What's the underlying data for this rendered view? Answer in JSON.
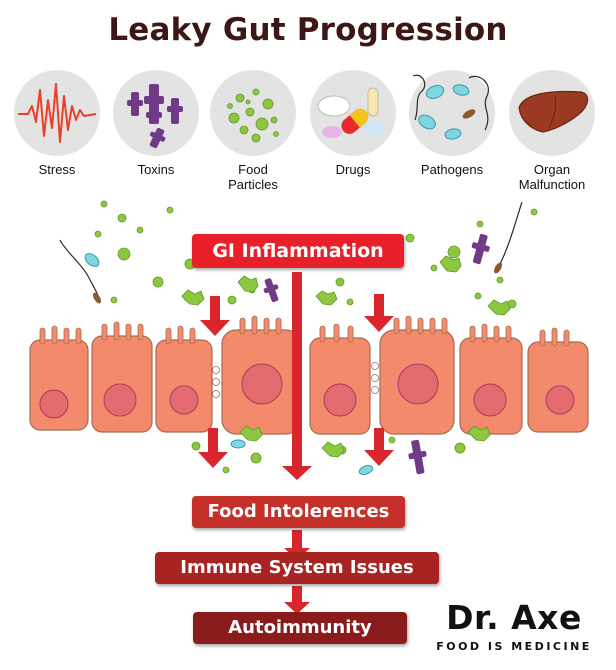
{
  "title": "Leaky Gut Progression",
  "factors": [
    {
      "label": "Stress",
      "icon": "stress-pulse-icon"
    },
    {
      "label": "Toxins",
      "icon": "toxins-icon"
    },
    {
      "label": "Food\nParticles",
      "icon": "food-particles-icon"
    },
    {
      "label": "Drugs",
      "icon": "drugs-pills-icon"
    },
    {
      "label": "Pathogens",
      "icon": "pathogens-icon"
    },
    {
      "label": "Organ\nMalfunction",
      "icon": "liver-icon"
    }
  ],
  "flow": {
    "inflammation": "GI Inflammation",
    "intolerances": "Food Intolerences",
    "immune": "Immune System Issues",
    "autoimmunity": "Autoimmunity"
  },
  "logo": {
    "brand": "Dr. Axe",
    "tagline": "FOOD IS MEDICINE"
  },
  "colors": {
    "title": "#3d1718",
    "inflammation_box": "#e8202a",
    "arrow_red": "#d9262c",
    "intolerances_box": "#c6302b",
    "immune_box": "#a82422",
    "autoimmunity_box": "#8a1d1c",
    "cell": "#f38a6b",
    "nucleus": "#e36a6f",
    "particle_green": "#8dc63f",
    "toxin_purple": "#6f3b87"
  }
}
